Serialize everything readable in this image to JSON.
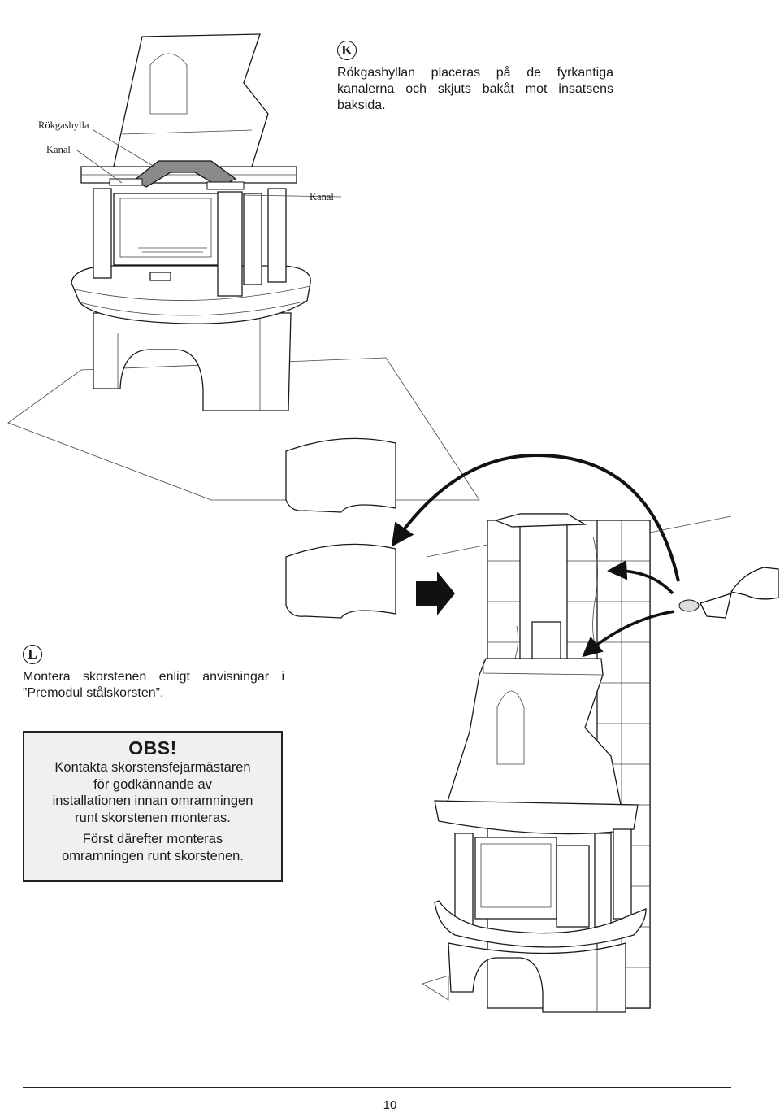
{
  "section_k": {
    "letter": "K",
    "text": "Rökgashyllan placeras på de fyrkantiga kanalerna och skjuts bakåt mot insatsens baksida."
  },
  "callouts": {
    "rokgashylla": "Rökgashylla",
    "kanal_left": "Kanal",
    "kanal_right": "Kanal"
  },
  "section_l": {
    "letter": "L",
    "text": "Montera skorstenen enligt anvisningar i ”Premodul stålskorsten”."
  },
  "obs": {
    "title": "OBS!",
    "line1": "Kontakta skorstensfejarmästaren",
    "line2": "för godkännande av",
    "line3": "installationen innan omramningen",
    "line4": "runt skorstenen monteras.",
    "line5": "Först därefter monteras",
    "line6": "omramningen runt skorstenen."
  },
  "footer": {
    "page_number": "10"
  },
  "colors": {
    "obs_background": "#f0f1ef",
    "shelf_gray": "#8a8a8a",
    "arrow_black": "#111111"
  }
}
